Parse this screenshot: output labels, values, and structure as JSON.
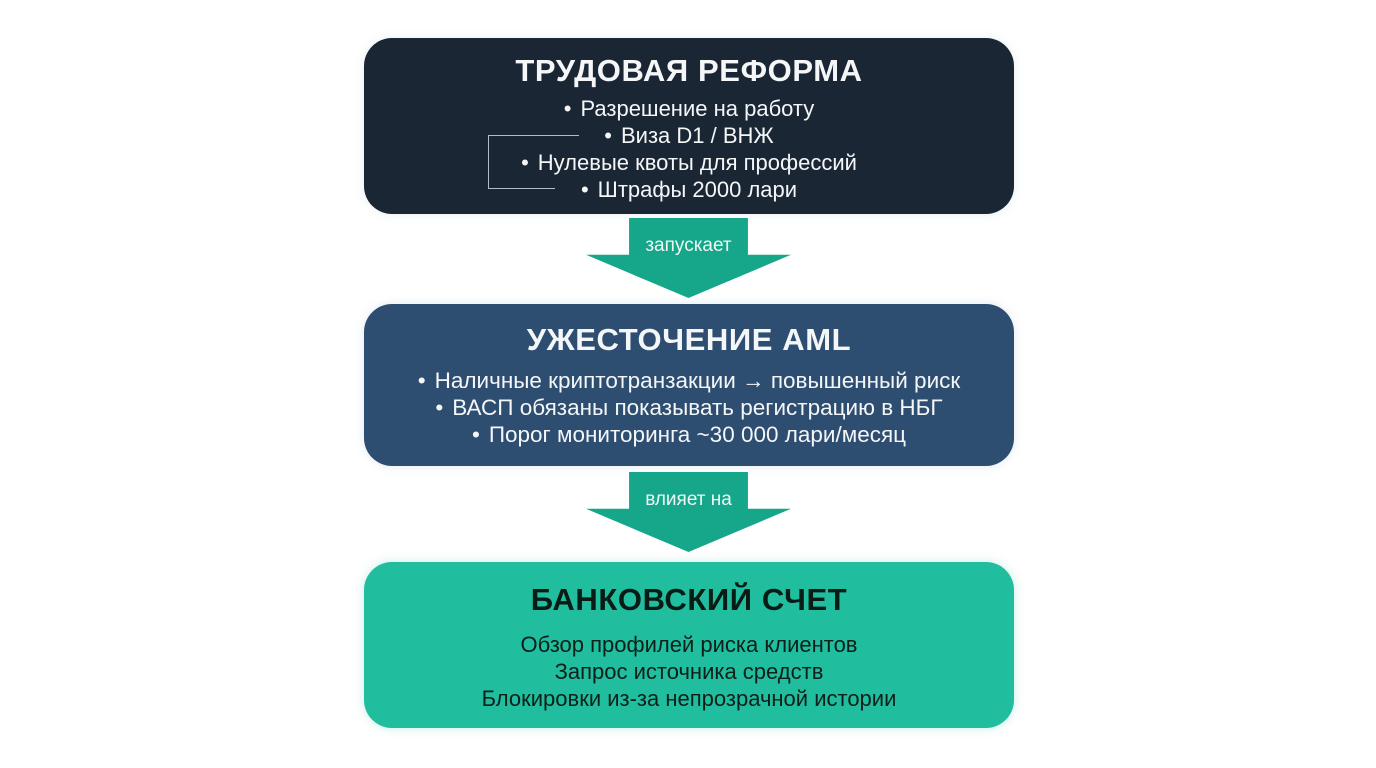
{
  "page": {
    "background_color": "#ffffff"
  },
  "diagram": {
    "bullet_glyph": "•",
    "arrow_color": "#16a78b",
    "nodes": [
      {
        "id": "labor-reform",
        "title": "ТРУДОВАЯ РЕФОРМА",
        "bg_color": "#1b2635",
        "text_color": "#f4f6f8",
        "bullets": [
          "Разрешение на работу",
          "Виза D1 / ВНЖ",
          "Нулевые квоты для профессий",
          "Штрафы 2000 лари"
        ]
      },
      {
        "id": "aml-tightening",
        "title": "УЖЕСТОЧЕНИЕ AML",
        "bg_color": "#2e4e71",
        "text_color": "#f4f6f8",
        "bullets": [
          "Наличные криптотранзакции → повышенный риск",
          "ВАСП обязаны показывать регистрацию в НБГ",
          "Порог мониторинга ~30 000 лари/месяц"
        ]
      },
      {
        "id": "bank-account",
        "title": "БАНКОВСКИЙ СЧЕТ",
        "bg_color": "#20bd9e",
        "text_color": "#0c2019",
        "lines": [
          "Обзор профилей риска клиентов",
          "Запрос источника средств",
          "Блокировки из-за непрозрачной истории"
        ]
      }
    ],
    "arrows": [
      {
        "label": "запускает"
      },
      {
        "label": "влияет на"
      }
    ]
  }
}
